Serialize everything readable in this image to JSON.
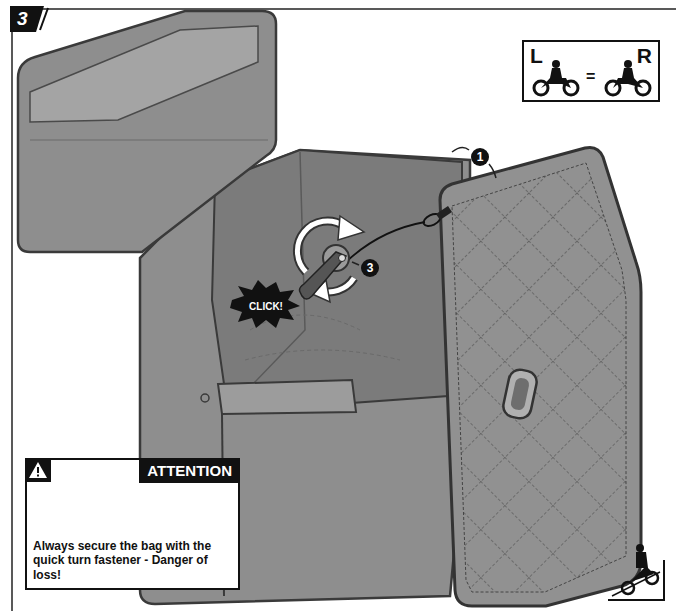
{
  "diagram": {
    "nodes": [
      {
        "text": [
          "3"
        ]
      },
      {
        "text": [
          "L",
          "=",
          "R"
        ]
      },
      {
        "text": [
          "CLICK!"
        ]
      },
      {
        "text": [
          "ATTENTION",
          "Always secure the bag with the quick turn fastener - Danger of loss!"
        ]
      }
    ],
    "labels": [
      "1",
      "3"
    ]
  }
}
